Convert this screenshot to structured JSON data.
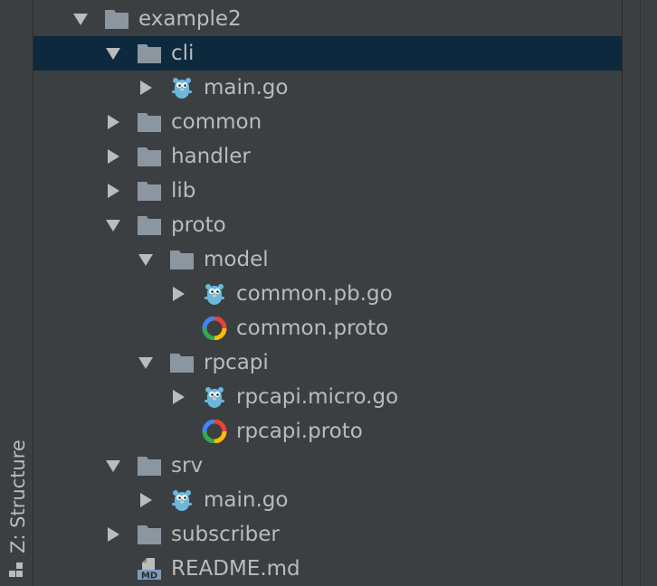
{
  "colors": {
    "background": "#3c3f41",
    "selection": "#0d293e",
    "text": "#bbbbbb",
    "folder": "#8c96a0",
    "gopher": "#6ab8dd"
  },
  "side_tab": {
    "label": "Z: Structure",
    "icon": "structure-icon"
  },
  "tree": {
    "nodes": [
      {
        "label": "example2",
        "type": "folder",
        "depth": 0,
        "state": "expanded",
        "selected": false
      },
      {
        "label": "cli",
        "type": "folder",
        "depth": 1,
        "state": "expanded",
        "selected": true
      },
      {
        "label": "main.go",
        "type": "go-file",
        "depth": 2,
        "state": "collapsed",
        "selected": false
      },
      {
        "label": "common",
        "type": "folder",
        "depth": 1,
        "state": "collapsed",
        "selected": false
      },
      {
        "label": "handler",
        "type": "folder",
        "depth": 1,
        "state": "collapsed",
        "selected": false
      },
      {
        "label": "lib",
        "type": "folder",
        "depth": 1,
        "state": "collapsed",
        "selected": false
      },
      {
        "label": "proto",
        "type": "folder",
        "depth": 1,
        "state": "expanded",
        "selected": false
      },
      {
        "label": "model",
        "type": "folder",
        "depth": 2,
        "state": "expanded",
        "selected": false
      },
      {
        "label": "common.pb.go",
        "type": "go-file",
        "depth": 3,
        "state": "collapsed",
        "selected": false
      },
      {
        "label": "common.proto",
        "type": "proto-file",
        "depth": 3,
        "state": "none",
        "selected": false
      },
      {
        "label": "rpcapi",
        "type": "folder",
        "depth": 2,
        "state": "expanded",
        "selected": false
      },
      {
        "label": "rpcapi.micro.go",
        "type": "go-file",
        "depth": 3,
        "state": "collapsed",
        "selected": false
      },
      {
        "label": "rpcapi.proto",
        "type": "proto-file",
        "depth": 3,
        "state": "none",
        "selected": false
      },
      {
        "label": "srv",
        "type": "folder",
        "depth": 1,
        "state": "expanded",
        "selected": false
      },
      {
        "label": "main.go",
        "type": "go-file",
        "depth": 2,
        "state": "collapsed",
        "selected": false
      },
      {
        "label": "subscriber",
        "type": "folder",
        "depth": 1,
        "state": "collapsed",
        "selected": false
      },
      {
        "label": "README.md",
        "type": "markdown-file",
        "depth": 1,
        "state": "none",
        "selected": false
      }
    ]
  }
}
